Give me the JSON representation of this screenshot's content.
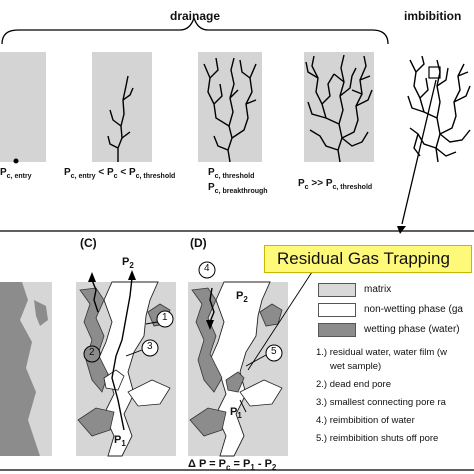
{
  "header": {
    "drainage": "drainage",
    "imbibition": "imbibition"
  },
  "captions": {
    "c1_main": "P",
    "c1_sub": "c, entry",
    "c2_a": "P",
    "c2_a_sub": "c, entry",
    "c2_lt": "< P",
    "c2_b_sub": "c",
    "c2_lt2": "< P",
    "c2_c_sub": "c, threshold",
    "c3_a": "P",
    "c3_a_sub": "c, threshold",
    "c3_b": "P",
    "c3_b_sub": "c, breakthrough",
    "c4_a": "P",
    "c4_a_sub": "c",
    "c4_gt": ">> P",
    "c4_b_sub": "c, threshold"
  },
  "panels": {
    "c": "(C)",
    "d": "(D)"
  },
  "pressures": {
    "p2_c": "P",
    "p2_c_sub": "2",
    "p1_c": "P",
    "p1_c_sub": "1",
    "p2_d": "P",
    "p2_d_sub": "2",
    "p1_d": "P",
    "p1_d_sub": "1",
    "equation": "Δ P = P",
    "eq_sub1": "c",
    "eq_mid": "= P",
    "eq_sub2": "1",
    "eq_end": "- P",
    "eq_sub3": "2"
  },
  "markers": [
    "1",
    "2",
    "3",
    "4",
    "5"
  ],
  "banner": "Residual Gas Trapping",
  "legend": [
    {
      "label": "matrix",
      "color": "#d9d9d9"
    },
    {
      "label": "non-wetting phase (ga",
      "color": "#ffffff"
    },
    {
      "label": "wetting phase (water)",
      "color": "#8c8c8c"
    }
  ],
  "notes": [
    "1.) residual water, water film (w",
    "wet sample)",
    "2.) dead end pore",
    "3.) smallest connecting pore ra",
    "4.) reimbibition of water",
    "5.) reimbibition shuts off pore"
  ]
}
